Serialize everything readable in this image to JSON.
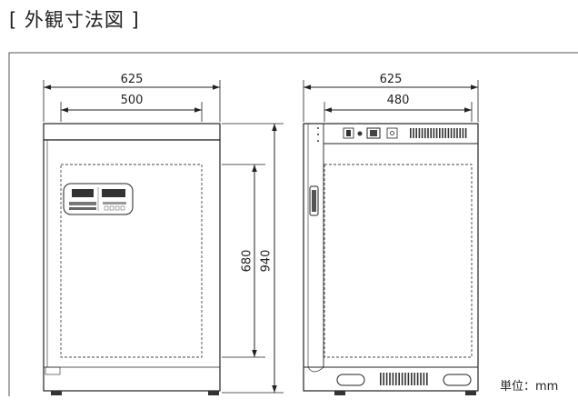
{
  "header": {
    "title": "[ 外観寸法図 ]"
  },
  "front_view": {
    "width_total": "625",
    "width_inner": "500",
    "height_inner": "680",
    "height_total": "940"
  },
  "side_view": {
    "width_total": "625",
    "width_inner": "480"
  },
  "unit_label": "単位：mm",
  "colors": {
    "line": "#222222",
    "frame": "#555555",
    "dash": "#444444"
  }
}
